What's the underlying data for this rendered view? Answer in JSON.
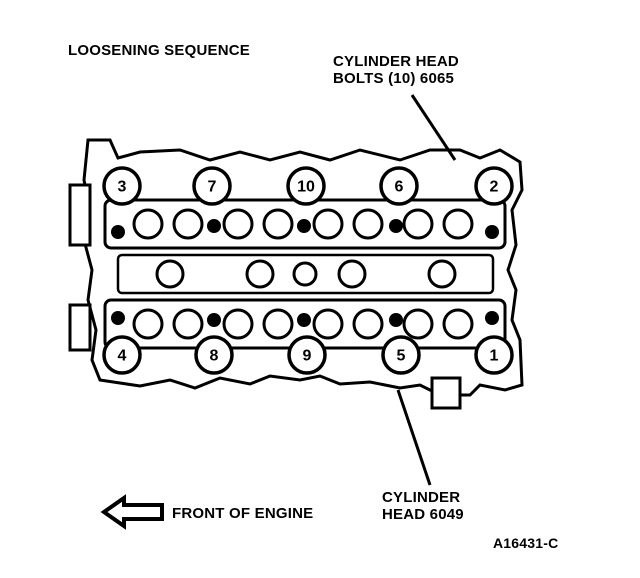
{
  "title": "LOOSENING SEQUENCE",
  "bolts_label": {
    "line1": "CYLINDER HEAD",
    "line2": "BOLTS (10) 6065"
  },
  "head_label": {
    "line1": "CYLINDER",
    "line2": "HEAD 6049"
  },
  "front_label": "FRONT OF ENGINE",
  "figure_id": "A16431-C",
  "bolts": {
    "top_row": [
      "3",
      "7",
      "10",
      "6",
      "2"
    ],
    "bottom_row": [
      "4",
      "8",
      "9",
      "5",
      "1"
    ]
  }
}
